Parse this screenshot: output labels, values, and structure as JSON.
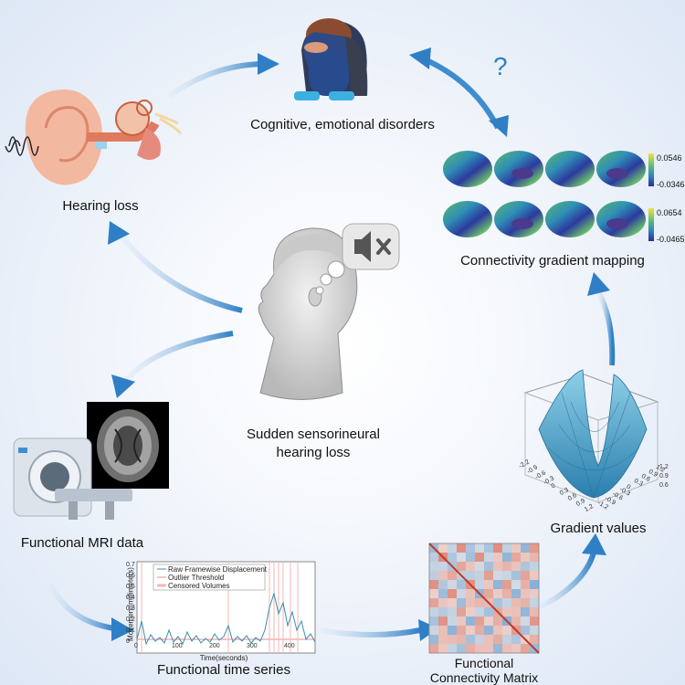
{
  "labels": {
    "cognitive": "Cognitive, emotional disorders",
    "hearing_loss": "Hearing loss",
    "connectivity": "Connectivity gradient mapping",
    "center_line1": "Sudden sensorineural",
    "center_line2": "hearing loss",
    "fmri": "Functional MRI data",
    "time_series": "Functional time series",
    "fc_line1": "Functional",
    "fc_line2": "Connectivity Matrix",
    "gradient_values": "Gradient values",
    "question": "?"
  },
  "colorbars": [
    {
      "max": "0.0546",
      "min": "-0.0346"
    },
    {
      "max": "0.0654",
      "min": "-0.0465"
    }
  ],
  "time_series_plot": {
    "xlabel": "Time(seconds)",
    "ylabel": "Movement(millimeters)",
    "xticks": [
      "0",
      "100",
      "200",
      "300",
      "400"
    ],
    "yticks": [
      "0.7",
      "0.6",
      "0.5",
      "0.4",
      "0.3",
      "0.2",
      "0.1",
      "0"
    ],
    "legend": [
      "Raw Framewise Displacement",
      "Outlier Threshold",
      "Censored Volumes"
    ]
  },
  "surface_axes": {
    "left_ticks": [
      "-2.2",
      "-0.9",
      "-0.6",
      "-0.3",
      "0",
      "0.3",
      "0.6",
      "0.9",
      "1.2"
    ],
    "right_ticks": [
      "1.2",
      "0.9",
      "0.6",
      "0.3",
      "0",
      "-0.3",
      "-0.6",
      "-0.9",
      "-1.2"
    ],
    "z_ticks": [
      "1.2",
      "0.9",
      "0.6"
    ]
  },
  "colors": {
    "arrow": "#3f8ccf",
    "brain_blue": "#2c3a9e",
    "brain_green": "#5cb86a",
    "brain_yellow": "#e8dd3b",
    "surface": "#4aa3c8"
  }
}
